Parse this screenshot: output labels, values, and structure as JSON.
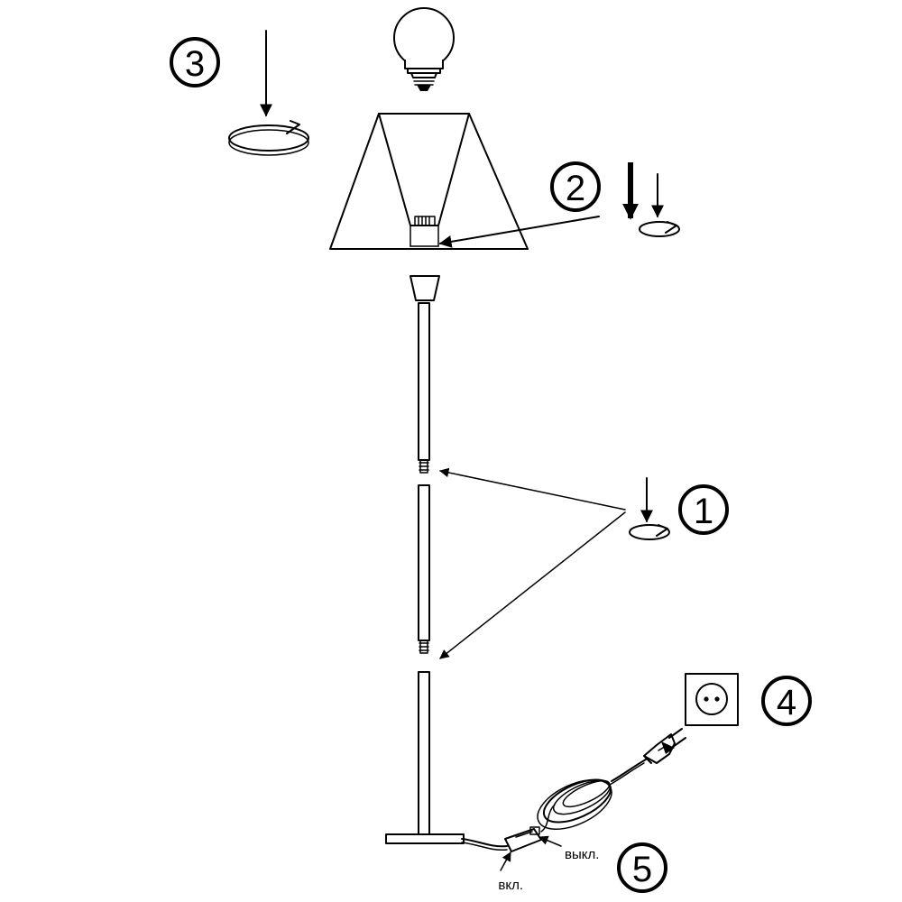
{
  "steps": [
    {
      "number": "1",
      "action": "screw-in"
    },
    {
      "number": "2",
      "action": "screw-in"
    },
    {
      "number": "3",
      "action": "screw-in"
    },
    {
      "number": "4",
      "action": "plug-in"
    },
    {
      "number": "5",
      "action": "switch"
    }
  ],
  "switch": {
    "on_label": "вкл.",
    "off_label": "выкл."
  },
  "icons": [
    "bulb-icon",
    "lampshade-icon",
    "socket-icon",
    "plug-icon",
    "rotate-arrow-icon",
    "down-arrow-icon"
  ],
  "colors": {
    "ink": "#000000",
    "background": "#ffffff"
  }
}
